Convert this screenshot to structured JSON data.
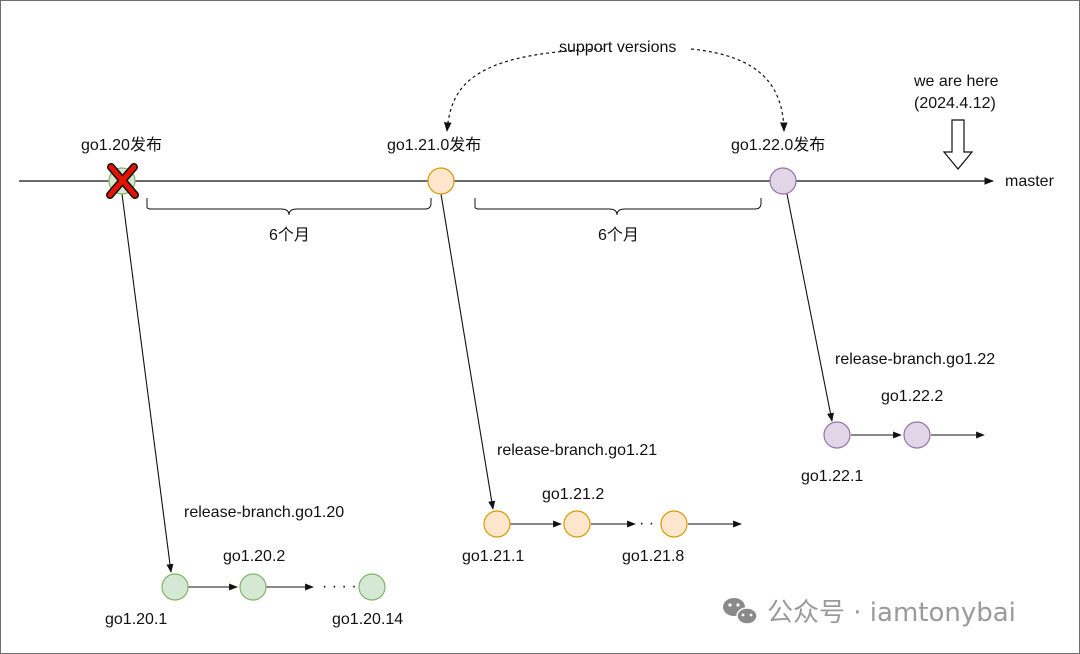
{
  "master_label": "master",
  "releases": [
    {
      "label": "go1.20发布",
      "deprecated": true
    },
    {
      "label": "go1.21.0发布",
      "deprecated": false
    },
    {
      "label": "go1.22.0发布",
      "deprecated": false
    }
  ],
  "support_label": "support versions",
  "current_position": {
    "line1": "we are here",
    "line2": "(2024.4.12)"
  },
  "intervals": [
    "6个月",
    "6个月"
  ],
  "branches": [
    {
      "name": "release-branch.go1.20",
      "versions": [
        "go1.20.1",
        "go1.20.2",
        "go1.20.14"
      ],
      "ellipsis": "· · · ·"
    },
    {
      "name": "release-branch.go1.21",
      "versions": [
        "go1.21.1",
        "go1.21.2",
        "go1.21.8"
      ],
      "ellipsis": "· · ·"
    },
    {
      "name": "release-branch.go1.22",
      "versions": [
        "go1.22.1",
        "go1.22.2"
      ]
    }
  ],
  "watermark": "公众号 · iamtonybai",
  "colors": {
    "go120_fill": "#d5e8d4",
    "go120_stroke": "#82b366",
    "go121_fill": "#ffe6cc",
    "go121_stroke": "#d79b00",
    "go122_fill": "#e1d5e7",
    "go122_stroke": "#9673a6",
    "deprecated_mark": "#e51400"
  },
  "icons": [
    "down-arrow-icon",
    "cross-icon",
    "wechat-icon"
  ]
}
